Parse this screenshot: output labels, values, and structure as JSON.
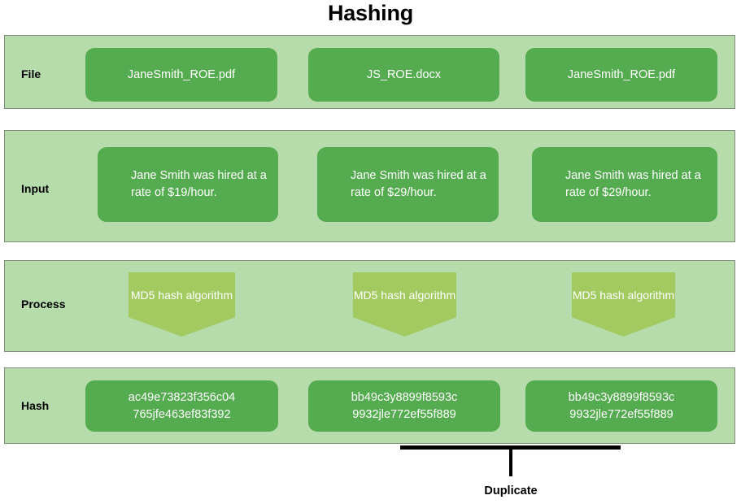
{
  "title": "Hashing",
  "rows": [
    {
      "label": "File",
      "items": [
        "JaneSmith_ROE.pdf",
        "JS_ROE.docx",
        "JaneSmith_ROE.pdf"
      ]
    },
    {
      "label": "Input",
      "items": [
        "Jane Smith was hired at a rate of $19/hour.",
        "Jane Smith was hired at a rate of $29/hour.",
        "Jane Smith was hired at a rate of $29/hour."
      ]
    },
    {
      "label": "Process",
      "items": [
        "MD5 hash algorithm",
        "MD5 hash algorithm",
        "MD5 hash algorithm"
      ]
    },
    {
      "label": "Hash",
      "items": [
        "ac49e73823f356c04 765jfe463ef83f392",
        "bb49c3y8899f8593c 9932jle772ef55f889",
        "bb49c3y8899f8593c 9932jle772ef55f889"
      ]
    }
  ],
  "annotation": {
    "duplicate_label": "Duplicate"
  },
  "colors": {
    "band_fill": "#b6dcac",
    "band_border": "#7f8e7b",
    "box_fill": "#55ab4f",
    "arrow_fill": "#a2ca61",
    "box_text": "#ffffff",
    "label_text": "#000000",
    "bracket": "#000000",
    "background": "#ffffff"
  }
}
